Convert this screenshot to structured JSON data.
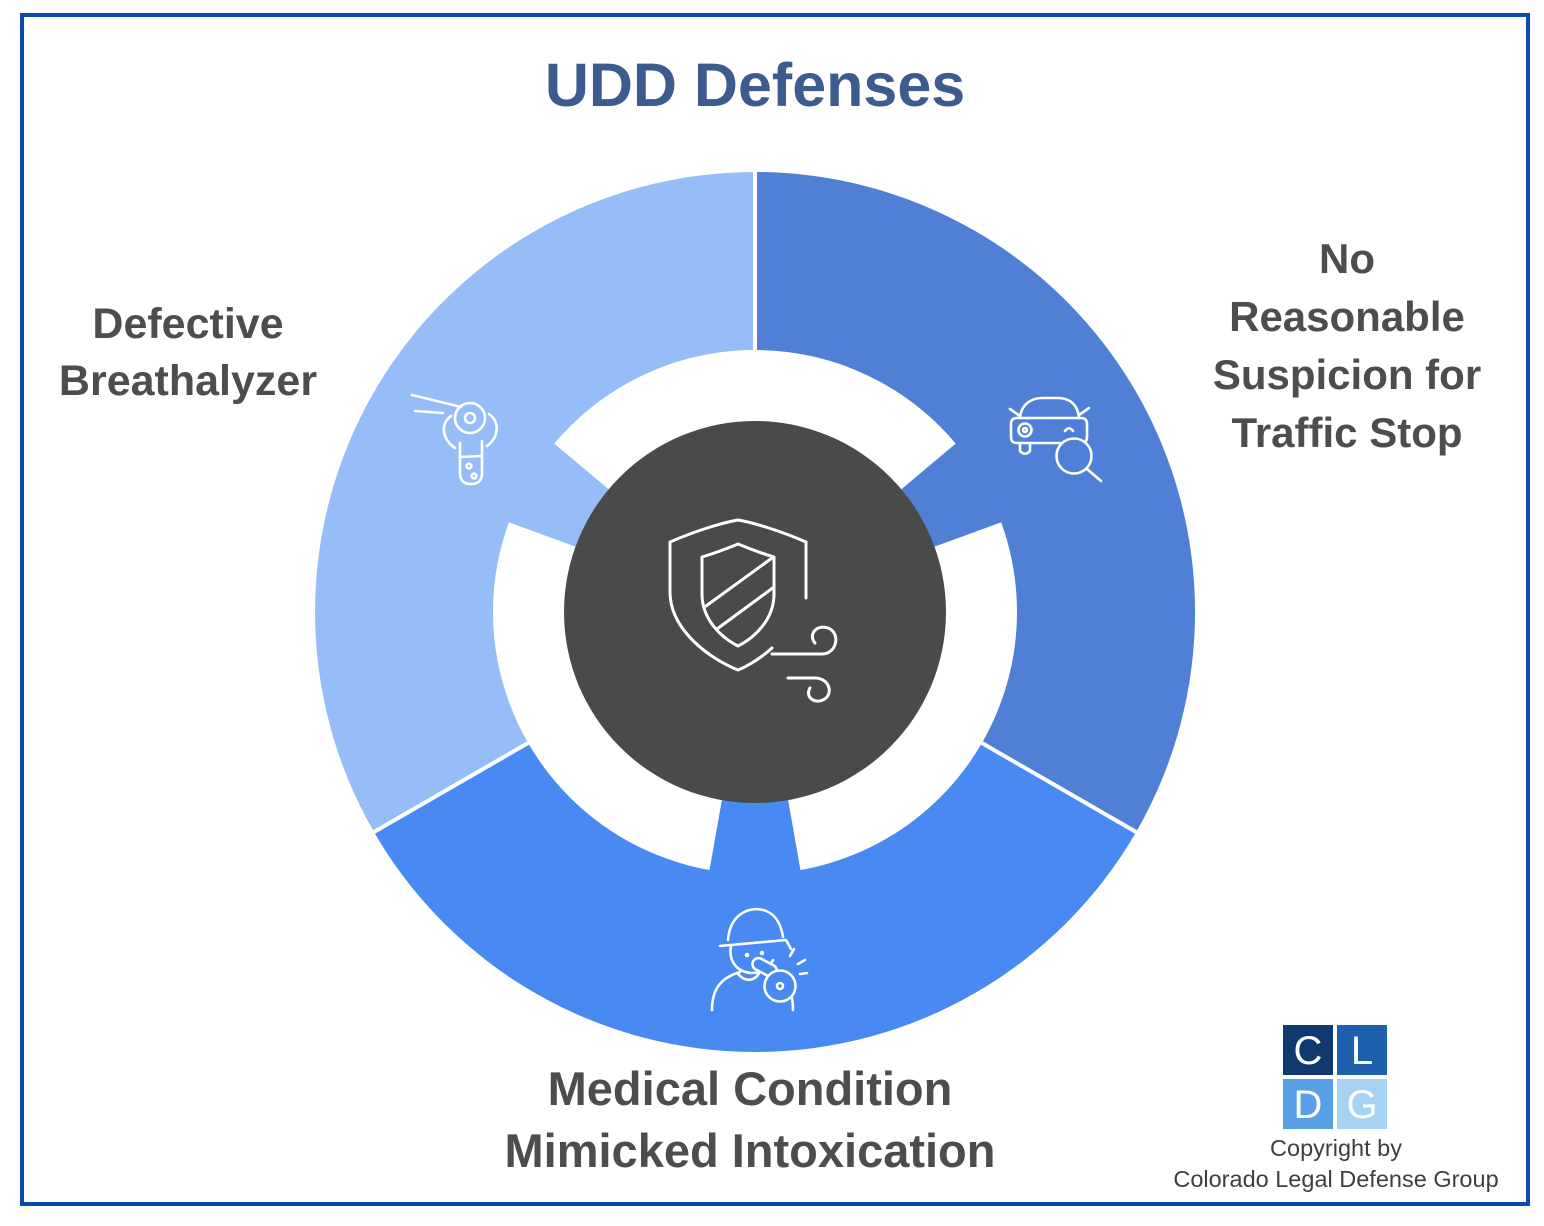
{
  "title": "UDD Defenses",
  "colors": {
    "frame_border": "#0C4AA8",
    "title_text": "#3C5B8E",
    "label_text": "#4D4D4D",
    "center_circle": "#4A4A4A",
    "icon_stroke": "#FFFFFF",
    "divider": "#FFFFFF",
    "segment_light": "#97BDF8",
    "segment_medium": "#5080D6",
    "segment_bright": "#4889F2"
  },
  "segments": [
    {
      "name": "defective-breathalyzer",
      "icon": "breathalyzer-icon",
      "label_lines": [
        "Defective",
        "Breathalyzer"
      ]
    },
    {
      "name": "no-reasonable-suspicion-for-traffic-stop",
      "icon": "car-inspection-icon",
      "label_lines": [
        "No",
        "Reasonable",
        "Suspicion for",
        "Traffic Stop"
      ]
    },
    {
      "name": "medical-condition-mimicked-intoxication",
      "icon": "person-breath-test-icon",
      "label_lines": [
        "Medical Condition",
        "Mimicked Intoxication"
      ]
    }
  ],
  "center": {
    "icon": "shield-wind-icon"
  },
  "footer": {
    "logo": {
      "letters": [
        "C",
        "L",
        "D",
        "G"
      ],
      "colors": [
        "#12396F",
        "#1D60AE",
        "#58A1E6",
        "#A6D3F3"
      ]
    },
    "copyright_lines": [
      "Copyright by",
      "Colorado Legal Defense Group"
    ]
  }
}
